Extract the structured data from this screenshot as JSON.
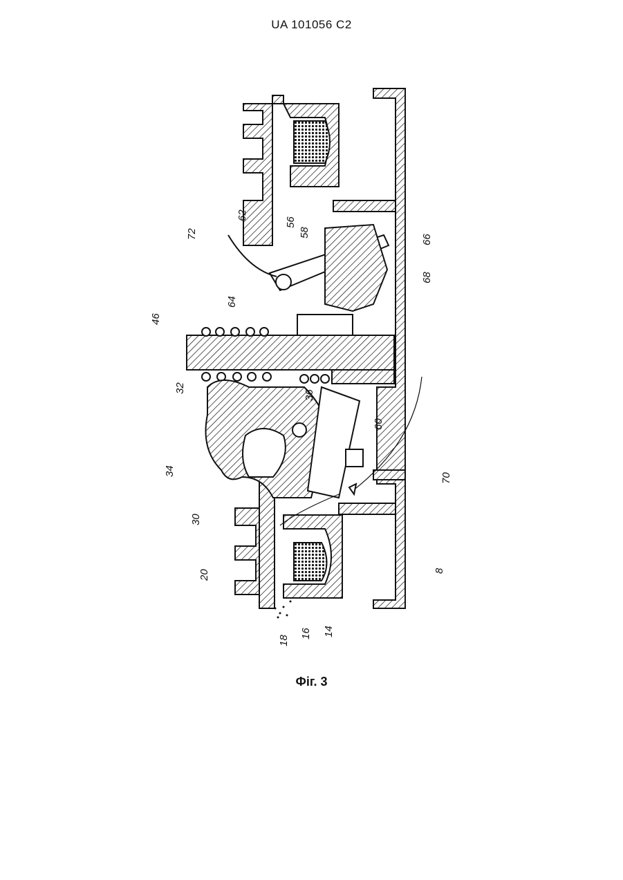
{
  "header": {
    "doc_number": "UA   101056   C2"
  },
  "figure": {
    "caption": "Фіг. 3",
    "labels": {
      "l72": "72",
      "l62": "62",
      "l56": "56",
      "l58": "58",
      "l66": "66",
      "l68": "68",
      "l64": "64",
      "l46": "46",
      "l32": "32",
      "l36": "36",
      "l60": "60",
      "l34": "34",
      "l30": "30",
      "l70": "70",
      "l20": "20",
      "l8": "8",
      "l18": "18",
      "l16": "16",
      "l14": "14"
    }
  }
}
